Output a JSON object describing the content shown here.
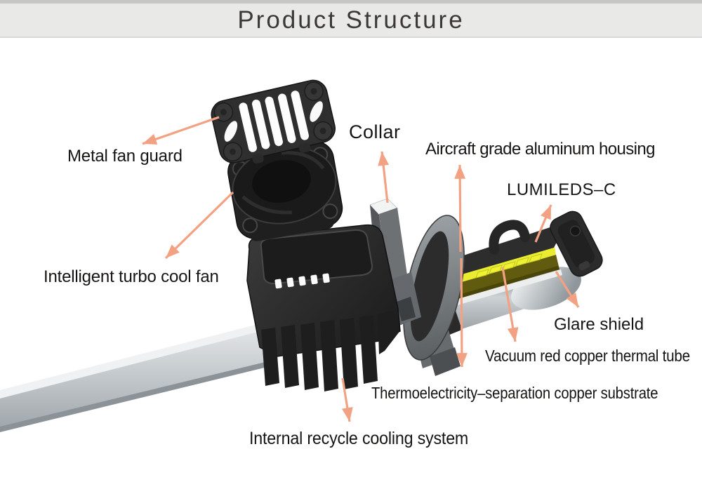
{
  "header": {
    "title": "Product Structure"
  },
  "colors": {
    "arrow": "#F2A283",
    "bar": "#E9E9E7",
    "strip": "#C6C6C4",
    "ink": "#171513"
  },
  "diagram": {
    "labels": [
      {
        "id": "metal-fan-guard",
        "text": "Metal fan guard"
      },
      {
        "id": "collar",
        "text": "Collar"
      },
      {
        "id": "aircraft-housing",
        "text": "Aircraft grade aluminum housing"
      },
      {
        "id": "lumileds",
        "text": "LUMILEDS–C"
      },
      {
        "id": "turbo-fan",
        "text": "Intelligent turbo cool fan"
      },
      {
        "id": "glare-shield",
        "text": "Glare shield"
      },
      {
        "id": "vacuum-tube",
        "text": "Vacuum red copper thermal tube"
      },
      {
        "id": "thermo-substrate",
        "text": "Thermoelectricity–separation copper substrate"
      },
      {
        "id": "cooling-system",
        "text": "Internal recycle cooling system"
      }
    ]
  }
}
